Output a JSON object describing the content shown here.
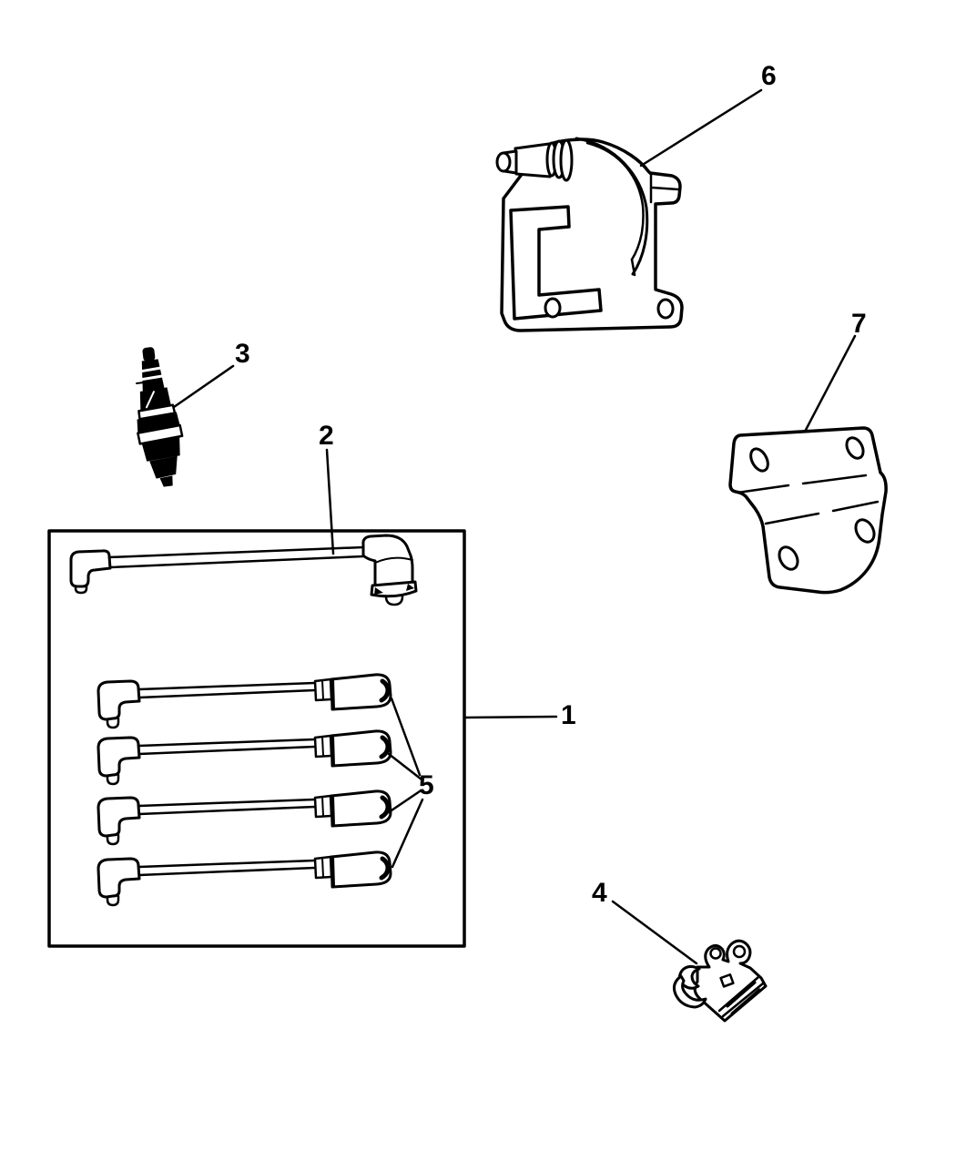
{
  "page": {
    "background_color": "#ffffff",
    "line_color": "#000000"
  },
  "callouts": {
    "c1": "1",
    "c2": "2",
    "c3": "3",
    "c4": "4",
    "c5": "5",
    "c6": "6",
    "c7": "7"
  }
}
